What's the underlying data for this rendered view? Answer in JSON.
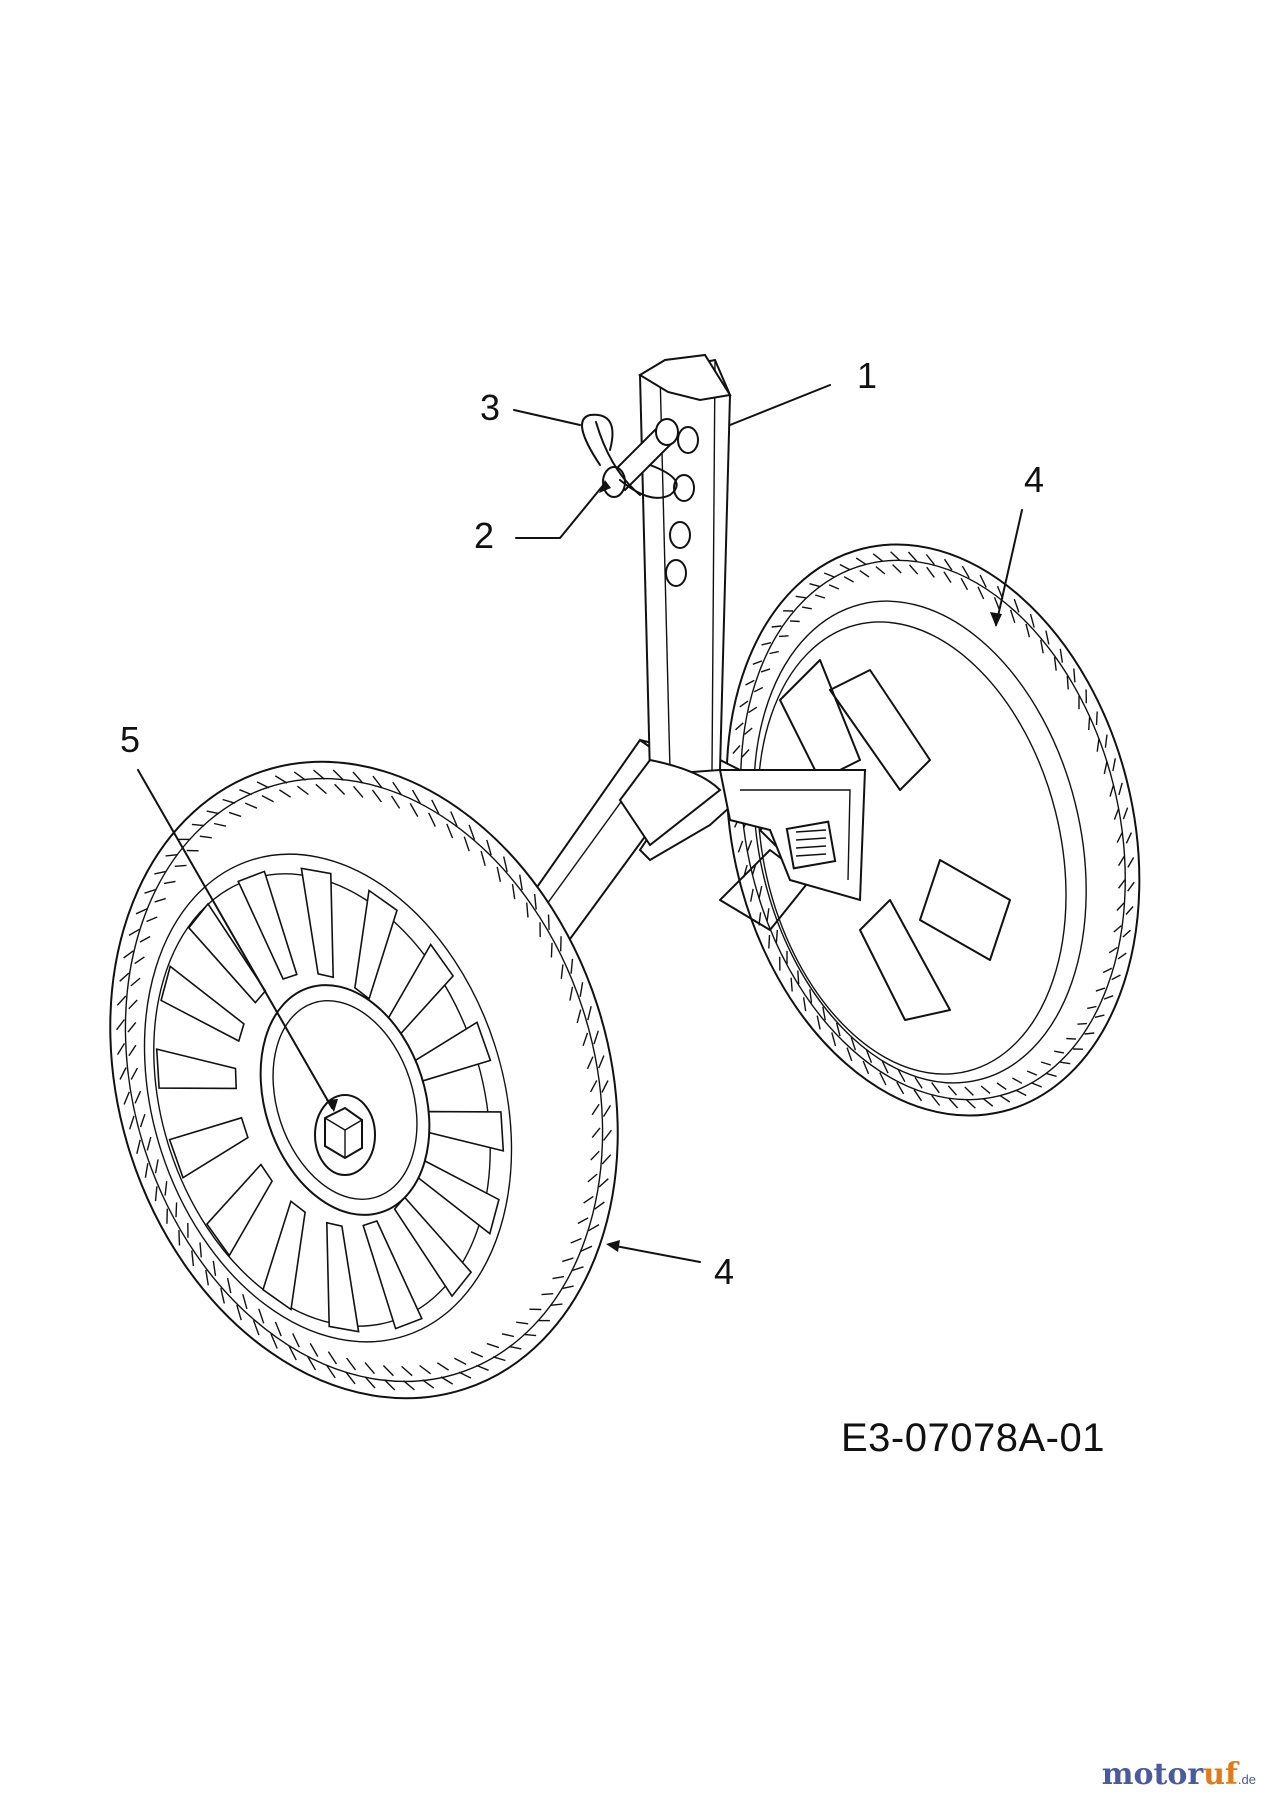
{
  "callouts": {
    "c1": "1",
    "c2": "2",
    "c3": "3",
    "c4a": "4",
    "c4b": "4",
    "c5": "5"
  },
  "drawing_id": "E3-07078A-01",
  "watermark": {
    "brand_a": "motor",
    "brand_b": "uf",
    "brand_tld": ".de"
  }
}
